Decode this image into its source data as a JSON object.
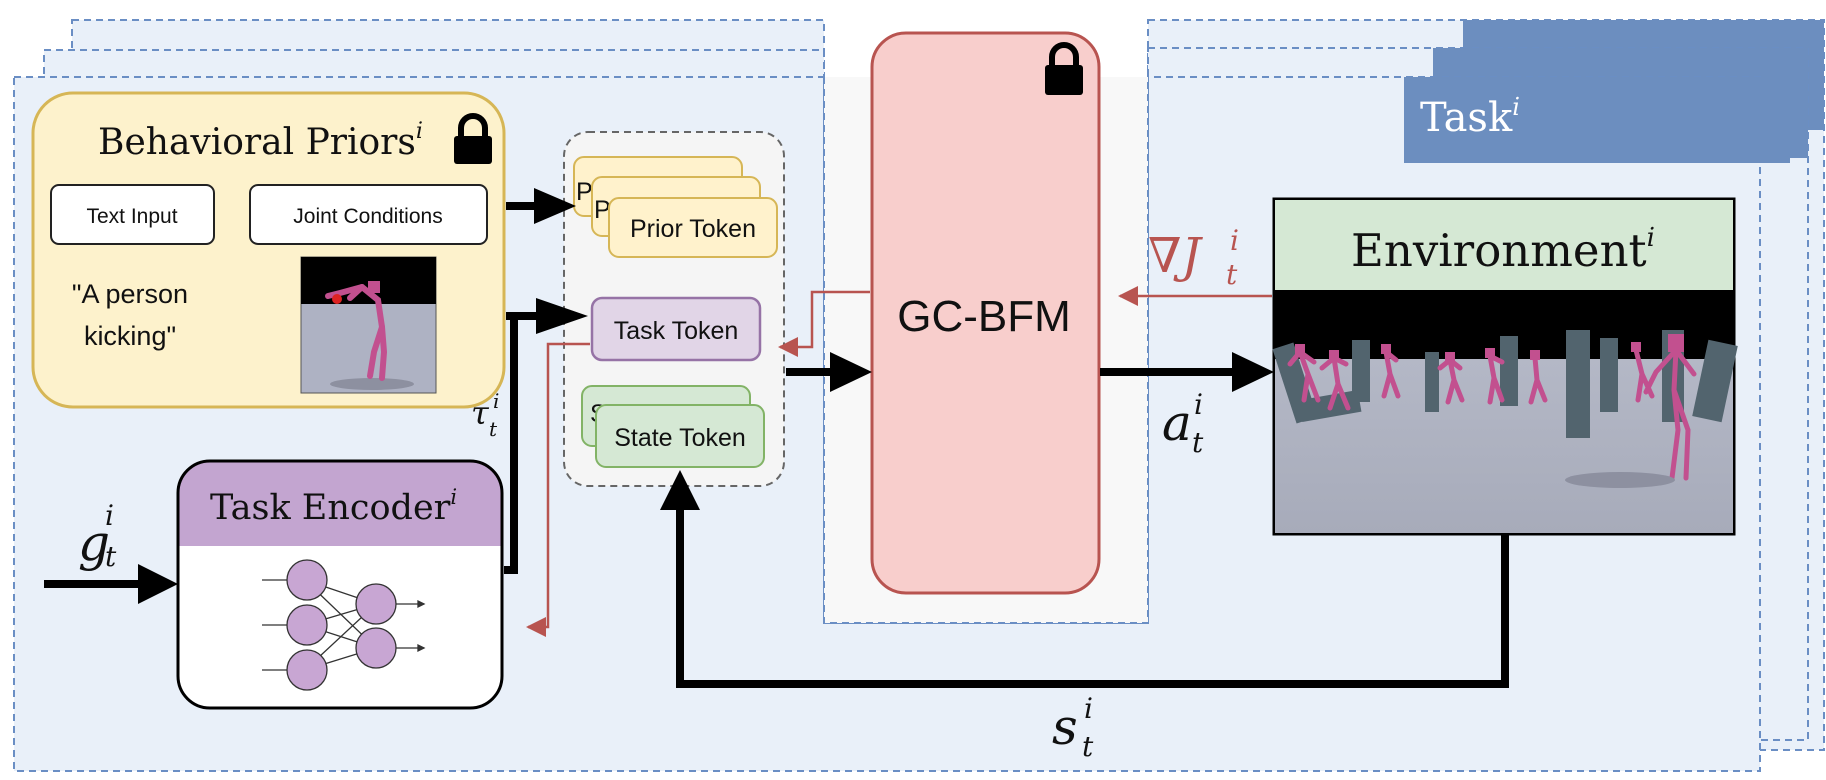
{
  "behavioral_priors": {
    "title": "Behavioral Priors",
    "sup": "i",
    "text_input_label": "Text Input",
    "joint_conditions_label": "Joint Conditions",
    "quote_line1": "\"A person",
    "quote_line2": "kicking\""
  },
  "tokens": {
    "prior": "Prior Token",
    "prior_stub": "P",
    "task": "Task Token",
    "state": "State Token",
    "state_stub": "S"
  },
  "task_encoder": {
    "title": "Task Encoder",
    "sup": "i"
  },
  "model": {
    "label": "GC-BFM"
  },
  "task_tab": {
    "title": "Task",
    "sup": "i"
  },
  "environment": {
    "title": "Environment",
    "sup": "i"
  },
  "symbols": {
    "g": "g",
    "a": "a",
    "s": "s",
    "tau": "τ",
    "grad_j": "∇J",
    "sub_t": "t",
    "sup_i": "i"
  },
  "colors": {
    "panel_bg": "#e9f0f9",
    "panel_border": "#6a8ec4",
    "priors_fill": "#fdf2cc",
    "priors_border": "#d6b656",
    "token_prior_fill": "#fff2cc",
    "token_task_fill": "#e1d5e7",
    "token_task_border": "#9673a6",
    "token_state_fill": "#d5e8d4",
    "token_state_border": "#82b366",
    "encoder_header": "#c3a5d0",
    "neuron": "#c8a6d3",
    "model_fill": "#f8cecc",
    "model_border": "#b85450",
    "task_tab": "#6c8ebf",
    "env_header": "#d5e8d4",
    "gradient_red": "#b85450"
  },
  "icons": [
    "lock-icon",
    "neural-network-icon",
    "robot-kick-image",
    "environment-scene-image"
  ]
}
